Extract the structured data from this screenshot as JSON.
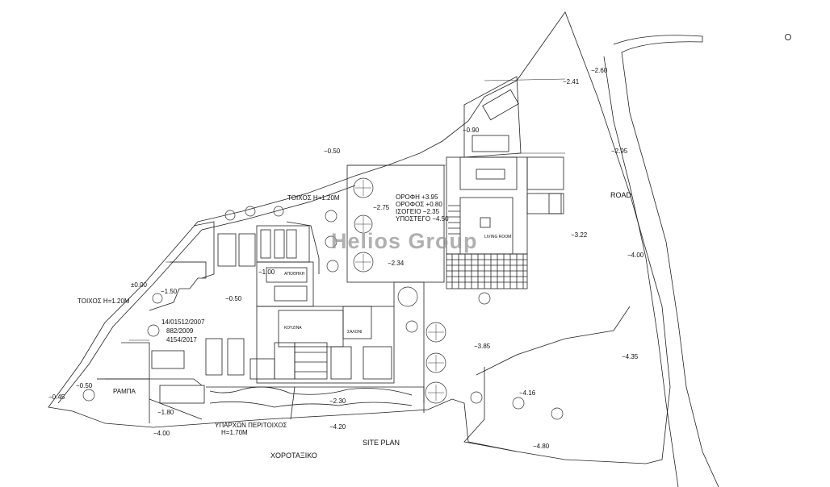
{
  "watermark": "Helios Group",
  "title": "SITE PLAN",
  "road_label": "ROAD",
  "neighbour_label": "ΧΟΡΟΤΑΞΙΚΟ",
  "existing_wall": {
    "line1": "ΥΠΑΡΧΩΝ ΠΕΡΙΤΟΙΧΟΣ",
    "line2": "Η=1.70Μ"
  },
  "walls": {
    "top": "ΤΟΙΧΟΣ Η=1.20Μ",
    "left": "ΤΟΙΧΟΣ Η=1.20Μ"
  },
  "ramp": "ΡΑΜΠΑ",
  "heights": {
    "roof": "ΟΡΟΦΗ +3.95",
    "floor": "ΟΡΟΦΟΣ +0.80",
    "ground": "ΙΣΟΓΕΙΟ −2.35",
    "basement": "ΥΠΟΣΤΕΓΟ −4.50"
  },
  "permits": {
    "line1": "14/01512/2007",
    "line2": "882/2009",
    "line3": "4154/2017"
  },
  "rooms": {
    "living": "LIVING ROOM",
    "apothiki": "ΑΠΟΘΗΚΗ",
    "kitchen": "ΚΟΥΖΙΝΑ",
    "dining": "ΣΑΛΟΝΙ"
  },
  "levels": [
    "−2.41",
    "−2.60",
    "−0.90",
    "−2.95",
    "−0.50",
    "−2.75",
    "−3.22",
    "−4.00",
    "−2.34",
    "−1.00",
    "±0.00",
    "−1.50",
    "−0.50",
    "−3.85",
    "−4.35",
    "−0.45",
    "−0.50",
    "−4.16",
    "−2.30",
    "−1.80",
    "−4.00",
    "−4.20",
    "−4.80"
  ],
  "colors": {
    "line": "#222222",
    "watermark": "#969696"
  }
}
